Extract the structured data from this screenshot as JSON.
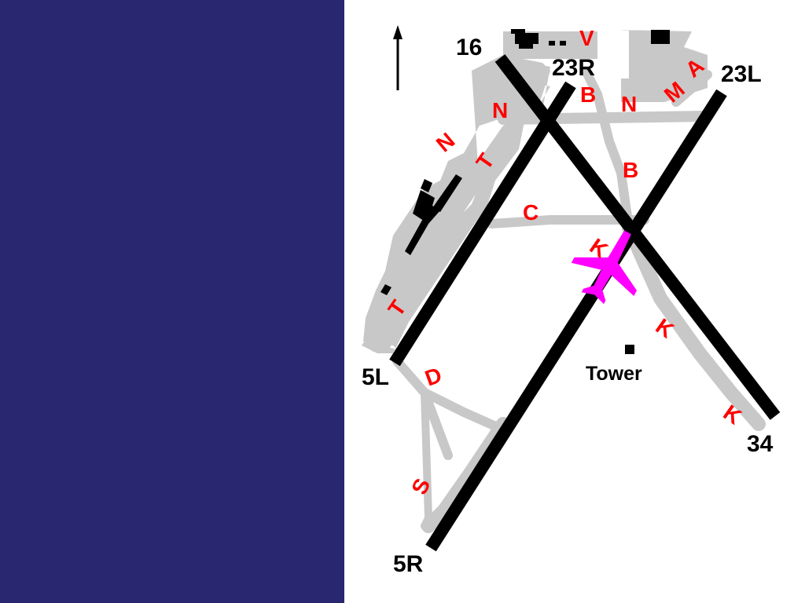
{
  "colors": {
    "side_panel": "#29276f",
    "map_bg": "#ffffff",
    "taxiway": "#c8c8c8",
    "runway": "#000000",
    "taxiway_label": "#ff0000",
    "runway_label": "#000000",
    "aircraft": "#ff00ff"
  },
  "map": {
    "runways": [
      "16",
      "23R",
      "23L",
      "5L",
      "34",
      "5R"
    ],
    "taxiways": [
      "V",
      "A",
      "M",
      "N",
      "B",
      "N",
      "N",
      "T",
      "B",
      "C",
      "K",
      "K",
      "K",
      "T",
      "D",
      "S"
    ],
    "tower_label": "Tower",
    "north_arrow_icon": "north-arrow-icon",
    "aircraft_icon": "airplane-icon"
  }
}
